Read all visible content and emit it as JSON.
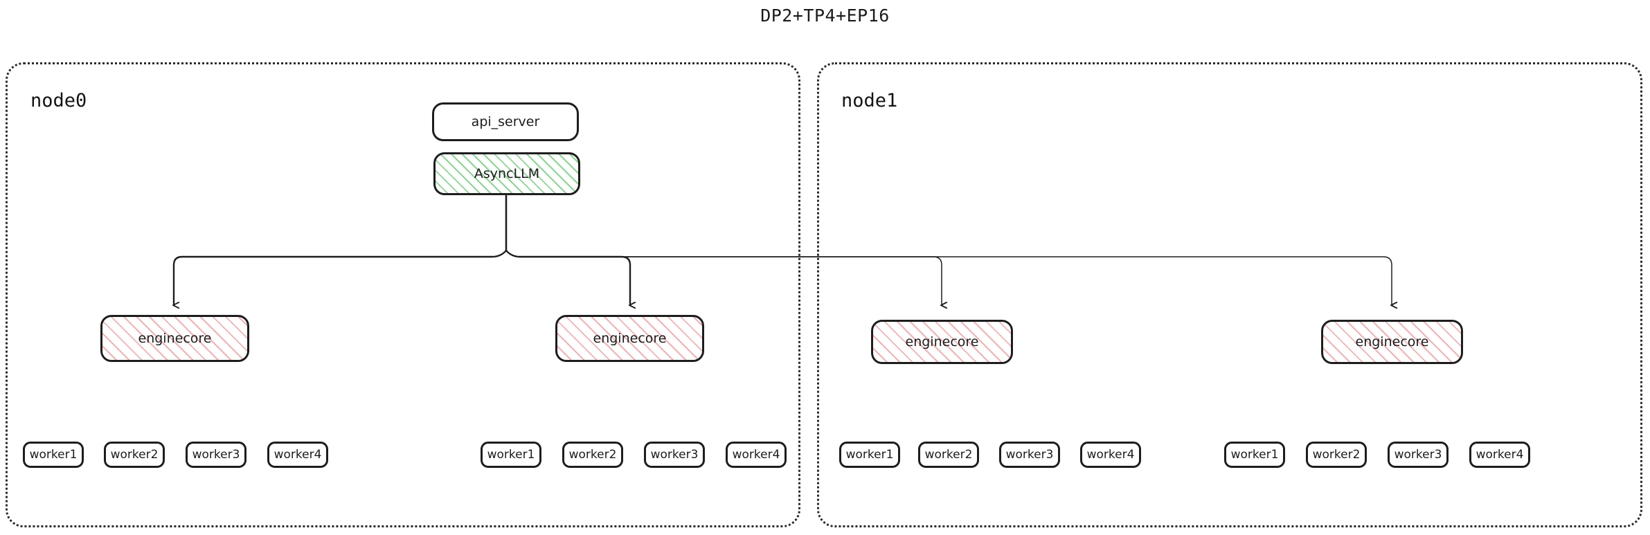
{
  "title": "DP2+TP4+EP16",
  "colors": {
    "border": "#1d1d1d",
    "node_border": "#2a2a2a",
    "hatch_green": "#78cd82",
    "hatch_pink": "#f0aaaa",
    "text": "#1b1b1b",
    "background": "#ffffff"
  },
  "nodes": [
    {
      "id": "node0",
      "label": "node0",
      "enginecores": [
        {
          "label": "enginecore"
        },
        {
          "label": "enginecore"
        }
      ],
      "worker_groups": [
        {
          "workers": [
            "worker1",
            "worker2",
            "worker3",
            "worker4"
          ]
        },
        {
          "workers": [
            "worker1",
            "worker2",
            "worker3",
            "worker4"
          ]
        }
      ]
    },
    {
      "id": "node1",
      "label": "node1",
      "enginecores": [
        {
          "label": "enginecore"
        },
        {
          "label": "enginecore"
        }
      ],
      "worker_groups": [
        {
          "workers": [
            "worker1",
            "worker2",
            "worker3",
            "worker4"
          ]
        },
        {
          "workers": [
            "worker1",
            "worker2",
            "worker3",
            "worker4"
          ]
        }
      ]
    }
  ],
  "top_boxes": {
    "api_server": "api_server",
    "async_llm": "AsyncLLM"
  }
}
